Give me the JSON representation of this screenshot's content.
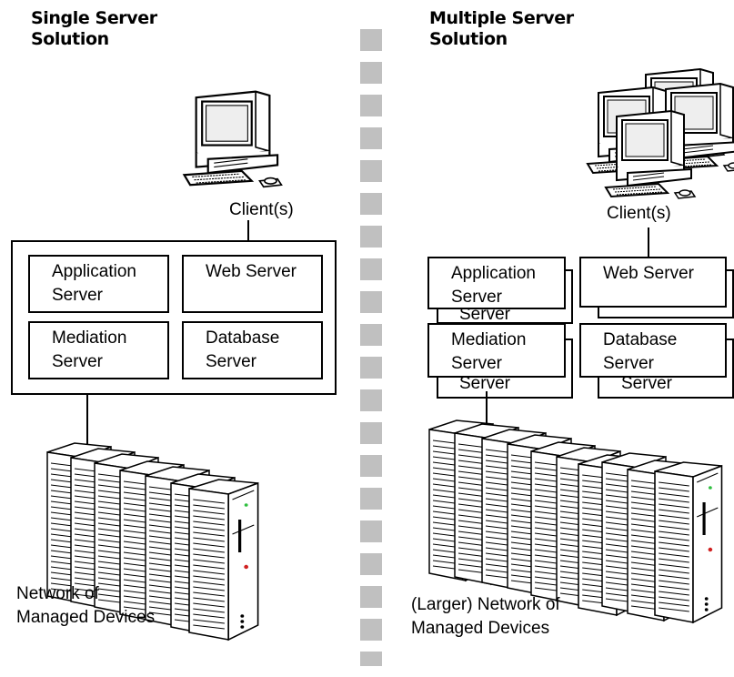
{
  "single": {
    "title": [
      "Single Server",
      "Solution"
    ],
    "client_label": "Client(s)",
    "servers": {
      "application": [
        "Application",
        "Server"
      ],
      "web": [
        "Web Server"
      ],
      "mediation": [
        "Mediation",
        "Server"
      ],
      "database": [
        "Database",
        "Server"
      ]
    },
    "network_label": [
      "Network of",
      "Managed Devices"
    ]
  },
  "multiple": {
    "title": [
      "Multiple Server",
      "Solution"
    ],
    "client_label": "Client(s)",
    "servers": {
      "application": [
        "Application",
        "Server"
      ],
      "web": [
        "Web Server"
      ],
      "mediation": [
        "Mediation",
        "Server"
      ],
      "database": [
        "Database",
        "Server"
      ]
    },
    "stack_text": [
      "Server",
      "Server",
      "Server"
    ],
    "network_label": [
      "(Larger) Network of",
      "Managed Devices"
    ]
  },
  "colors": {
    "separator": "#c0c0c0",
    "line": "#000000",
    "led_green": "#2fbf3f",
    "led_red": "#d02020"
  }
}
